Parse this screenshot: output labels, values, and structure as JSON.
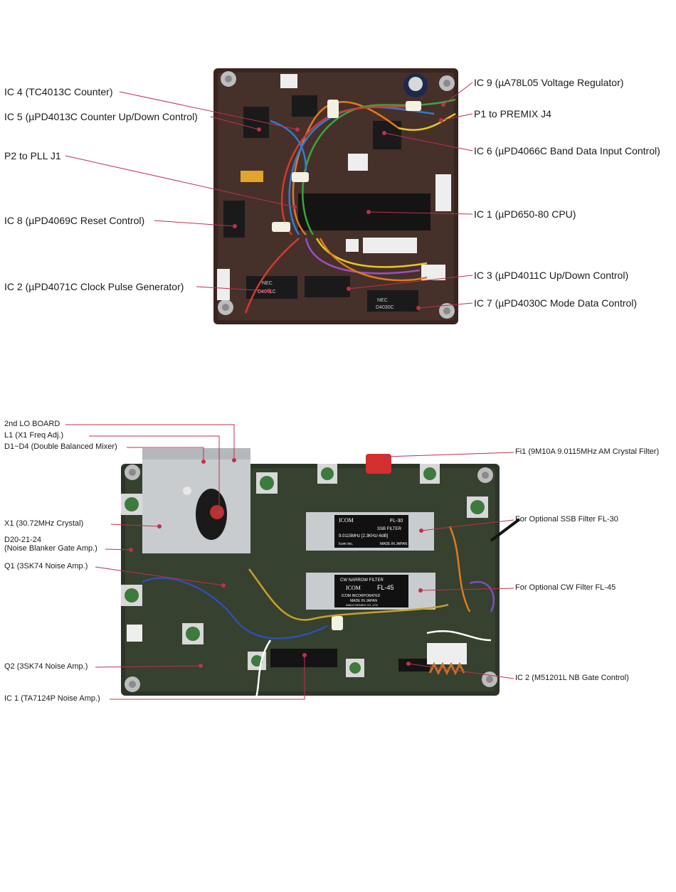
{
  "colors": {
    "leader_line": "#c0304f",
    "pcb_top": "#3a2420",
    "pcb_bottom": "#2c3528",
    "shield": "#c9cccf",
    "label_text": "#1a1a1a"
  },
  "figure_top": {
    "labels": {
      "ic4": "IC 4 (TC4013C Counter)",
      "ic5": "IC 5 (µPD4013C Counter Up/Down Control)",
      "p2": "P2 to PLL J1",
      "ic8": "IC 8 (µPD4069C Reset Control)",
      "ic2": "IC 2 (µPD4071C Clock Pulse Generator)",
      "ic9": "IC 9 (µA78L05 Voltage Regulator)",
      "p1": "P1 to PREMIX J4",
      "ic6": "IC 6 (µPD4066C Band Data Input Control)",
      "ic1": "IC 1 (µPD650-80 CPU)",
      "ic3": "IC 3 (µPD4011C Up/Down Control)",
      "ic7": "IC 7 (µPD4030C Mode Data Control)"
    },
    "chip_markings": {
      "nec_a": "NEC",
      "nec_b": "NEC",
      "part_a": "D4071C",
      "part_b": "D4030C"
    }
  },
  "figure_bottom": {
    "labels": {
      "lo_board": "2nd LO BOARD",
      "l1": "L1 (X1 Freq Adj.)",
      "d1d4": "D1~D4 (Double Balanced Mixer)",
      "x1": "X1 (30.72MHz Crystal)",
      "d20": "D20-21-24\n(Noise Blanker Gate Amp.)",
      "q1": "Q1 (3SK74 Noise Amp.)",
      "q2": "Q2 (3SK74 Noise Amp.)",
      "ic1": "IC 1 (TA7124P Noise Amp.)",
      "fi1": "Fi1 (9M10A 9.0115MHz AM Crystal Filter)",
      "ssb": "For Optional SSB Filter FL-30",
      "cw": "For Optional CW Filter FL-45",
      "ic2": "IC 2 (M51201L NB Gate Control)"
    },
    "fl30": {
      "brand": "ICOM",
      "model": "FL-30",
      "type": "SSB FILTER",
      "spec": "9.0115MHz [2.3KHz/-6dB]",
      "maker": "Icom Inc.",
      "origin": "MADE IN JAPAN"
    },
    "fl45": {
      "type": "CW NARROW FILTER",
      "brand": "ICOM",
      "model": "FL-45",
      "maker": "ICOM INCORPORATED",
      "origin": "MADE IN JAPAN",
      "sub": "WAKO DENSHI CO.,LTD"
    }
  }
}
